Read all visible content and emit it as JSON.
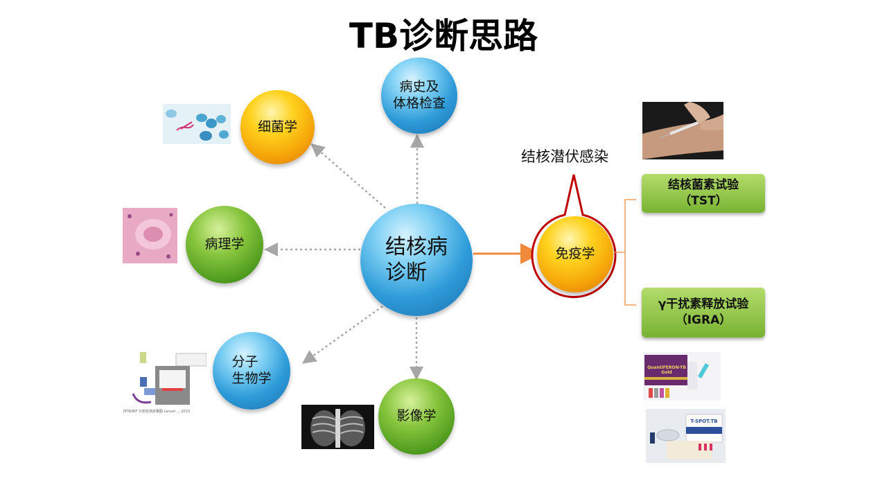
{
  "title": "TB诊断思路",
  "center": {
    "label": "结核病\n诊断"
  },
  "nodes": {
    "history": "病史及\n体格检查",
    "bacteriology": "细菌学",
    "pathology": "病理学",
    "molecular": "分子\n生物学",
    "imaging": "影像学",
    "immunology": "免疫学"
  },
  "callout": {
    "label": "结核潜伏感染"
  },
  "tests": {
    "tst": "结核菌素试验\n（TST）",
    "igra": "γ干扰素释放试验\n（IGRA）"
  },
  "colors": {
    "blue": "#2e9bd8",
    "gold": "#f6a609",
    "green": "#4e9a1e",
    "arrow_dotted": "#a6a6a6",
    "arrow_orange": "#f08a3a",
    "callout_border": "#c00000",
    "bracket": "#f0a060"
  },
  "images": {
    "bacteria": "stained-bacteria-micrograph",
    "pathology": "tissue-histology-image",
    "molecular": "molecular-test-workflow-figure",
    "xray": "chest-xray-image",
    "injection": "skin-test-injection-photo",
    "quantiferon": "quantiferon-kit-image",
    "tspot": "tspot-kit-image"
  },
  "molecular_caption": "MTB/RIF 分析检测步骤图 Lancet ... 2010",
  "kit_labels": {
    "quantiferon": "QuantiFERON-TB\nGold",
    "tspot": "T-SPOT.TB"
  }
}
